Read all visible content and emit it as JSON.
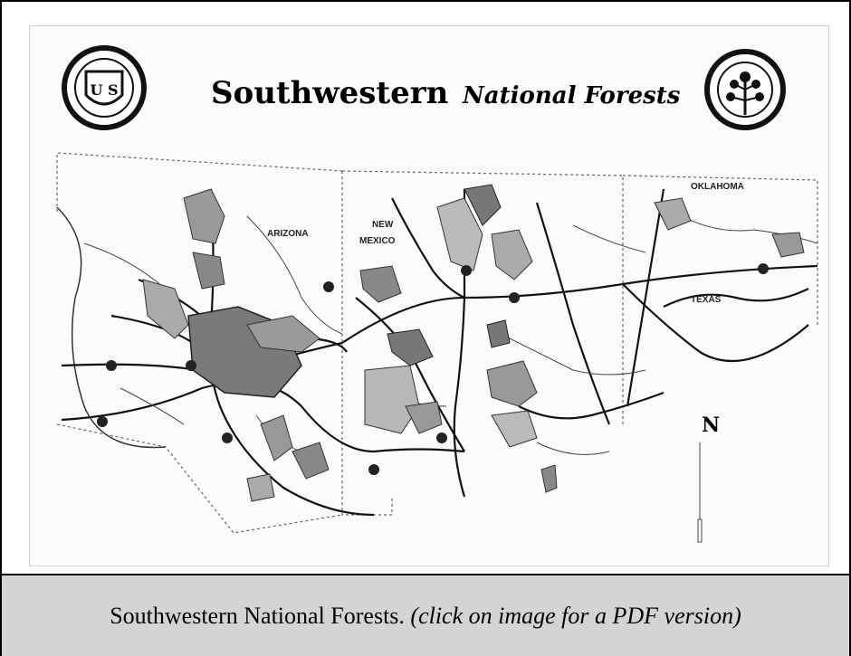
{
  "map": {
    "title_main": "Southwestern",
    "title_script": "National Forests",
    "left_seal_text": "U S",
    "north_label": "N",
    "regions": [
      {
        "key": "arizona",
        "label": "ARIZONA"
      },
      {
        "key": "new_mexico_1",
        "label": "NEW"
      },
      {
        "key": "new_mexico_2",
        "label": "MEXICO"
      },
      {
        "key": "oklahoma",
        "label": "OKLAHOMA"
      },
      {
        "key": "texas",
        "label": "TEXAS"
      }
    ]
  },
  "caption": {
    "text": "Southwestern National Forests.",
    "link_text": "(click on image for a PDF version)"
  }
}
